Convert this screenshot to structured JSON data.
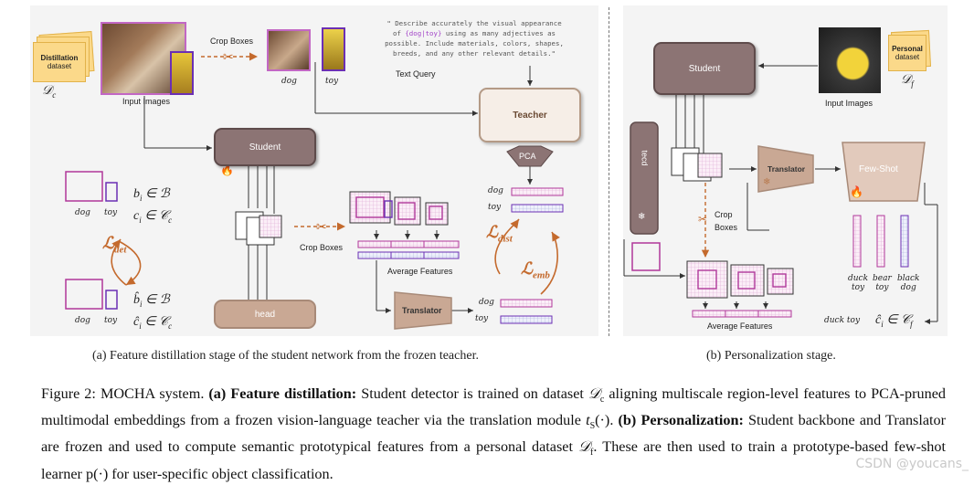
{
  "panel_a": {
    "dataset": {
      "line1": "Distillation",
      "line2": "dataset",
      "symbol": "𝒟",
      "symbol_sub": "c"
    },
    "input_images_label": "Input Images",
    "crop_boxes_label": "Crop Boxes",
    "crop_labels": [
      "dog",
      "toy"
    ],
    "text_query": {
      "line1": "\" Describe accurately the visual appearance",
      "line2_pre": "of ",
      "line2_hl": "{dog|toy}",
      "line2_post": " using as many adjectives as",
      "line3": "possible. Include materials, colors, shapes,",
      "line4": "breeds, and any other relevant details.\""
    },
    "text_query_label": "Text Query",
    "teacher_label": "Teacher",
    "student_label": "Student",
    "pca_label": "PCA",
    "teacher_out_labels": [
      "dog",
      "toy"
    ],
    "det_labels": [
      "dog",
      "toy"
    ],
    "det_b": "b",
    "det_b_sub": "i",
    "det_b_set": " ∈ ℬ",
    "det_c": "c",
    "det_c_sub": "i",
    "det_c_set": " ∈ 𝒞",
    "det_c_set_sub": "c",
    "loss_det": "ℒ",
    "loss_det_sub": "det",
    "loss_dist": "ℒ",
    "loss_dist_sub": "dist",
    "loss_emb": "ℒ",
    "loss_emb_sub": "emb",
    "crop_boxes_mid_label": "Crop Boxes",
    "average_features_label": "Average Features",
    "translator_label": "Translator",
    "translator_out_labels": [
      "dog",
      "toy"
    ],
    "head_label": "head",
    "pred_labels": [
      "dog",
      "toy"
    ],
    "pred_b": "b̂",
    "pred_b_sub": "i",
    "pred_b_set": " ∈ ℬ",
    "pred_c": "ĉ",
    "pred_c_sub": "i",
    "pred_c_set": " ∈ 𝒞",
    "pred_c_set_sub": "c",
    "caption": "(a) Feature distillation stage of the student network from the frozen teacher."
  },
  "panel_b": {
    "student_label": "Student",
    "input_images_label": "Input Images",
    "dataset": {
      "line1": "Personal",
      "line2": "dataset",
      "symbol": "𝒟",
      "symbol_sub": "f"
    },
    "backbone_label": "tecd",
    "translator_label": "Translator",
    "fewshot_label": "Few-Shot",
    "crop_boxes_label_1": "Crop",
    "crop_boxes_label_2": "Boxes",
    "average_features_label": "Average Features",
    "class_labels": [
      {
        "line1": "duck",
        "line2": "toy"
      },
      {
        "line1": "bear",
        "line2": "toy"
      },
      {
        "line1": "black",
        "line2": "dog"
      }
    ],
    "output_label": "duck toy",
    "output_math": "ĉ",
    "output_math_sub": "i",
    "output_set": " ∈ 𝒞",
    "output_set_sub": "f",
    "caption": "(b) Personalization stage."
  },
  "figure_caption": {
    "prefix": "Figure 2: MOCHA system. ",
    "a_bold": "(a) Feature distillation:",
    "a_text_1": " Student detector is trained on dataset ",
    "a_math_1": "𝒟",
    "a_math_1_sub": "c",
    "a_text_2": " aligning multiscale region-level features to PCA-pruned multimodal embeddings from a frozen vision-language teacher via the translation module ",
    "a_math_2": "t",
    "a_math_2_sub": "S",
    "a_text_3": "(·).",
    "b_bold": "(b) Personalization:",
    "b_text_1": " Student backbone and Translator are frozen and used to compute semantic prototypical features from a personal dataset ",
    "b_math_1": "𝒟",
    "b_math_1_sub": "f",
    "b_text_2": ". These are then used to train a prototype-based few-shot learner p(·) for user-specific object classification."
  },
  "watermark": "CSDN @youcans_",
  "colors": {
    "accent_orange": "#c46a2d",
    "purple": "#8e3aa8",
    "pink": "#c267c4",
    "student_brown": "#8c7474",
    "dataset_yellow": "#fbd98a"
  }
}
